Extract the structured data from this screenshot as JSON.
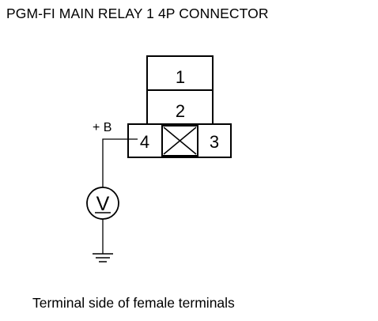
{
  "title": "PGM-FI MAIN RELAY 1 4P CONNECTOR",
  "caption": "Terminal side of female terminals",
  "connector": {
    "terminals": {
      "t1": "1",
      "t2": "2",
      "t3": "3",
      "t4": "4"
    }
  },
  "probe": {
    "label": "+ B",
    "meter": "V"
  },
  "icons": {
    "meter": "voltmeter-icon",
    "ground": "ground-icon",
    "blank_cavity": "blank-cavity-x-icon"
  }
}
